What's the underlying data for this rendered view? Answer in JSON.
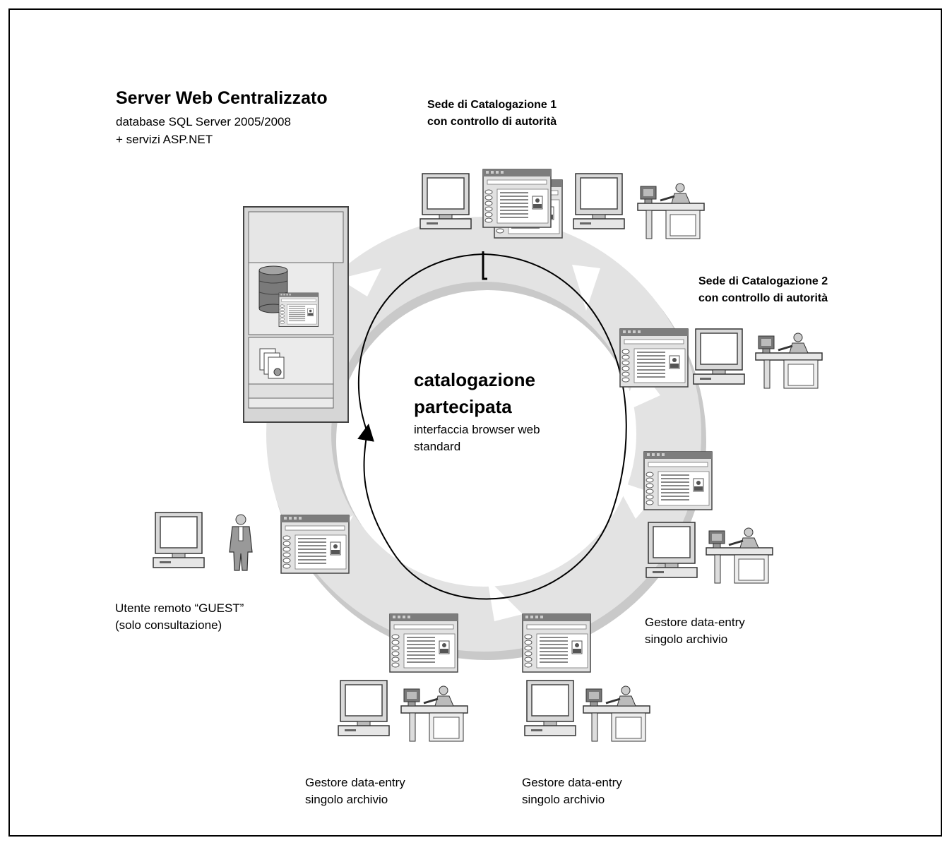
{
  "server": {
    "title": "Server Web Centralizzato",
    "line1": "database SQL Server 2005/2008",
    "line2": "+ servizi ASP.NET"
  },
  "center": {
    "line1": "catalogazione",
    "line2": "partecipata",
    "line3": "interfaccia browser web",
    "line4": "standard"
  },
  "sites": {
    "sede1": {
      "line1": "Sede di Catalogazione 1",
      "line2": "con controllo di autorità"
    },
    "sede2": {
      "line1": "Sede di Catalogazione 2",
      "line2": "con controllo di autorità"
    }
  },
  "guest": {
    "line1": "Utente remoto “GUEST”",
    "line2": "(solo consultazione)"
  },
  "gestori": [
    {
      "line1": "Gestore data-entry",
      "line2": "singolo archivio"
    },
    {
      "line1": "Gestore data-entry",
      "line2": "singolo archivio"
    },
    {
      "line1": "Gestore data-entry",
      "line2": "singolo archivio"
    }
  ],
  "icons": [
    "server-rack-icon",
    "database-icon",
    "documents-icon",
    "monitor-icon",
    "browser-window-icon",
    "user-at-desk-icon",
    "standing-user-icon",
    "cycle-arrow-icon"
  ],
  "colors": {
    "ring": "#e0e0e0",
    "ring_shadow": "#c6c6c6",
    "panel": "#d9d9d9",
    "icon_dark": "#6b6b6b"
  }
}
